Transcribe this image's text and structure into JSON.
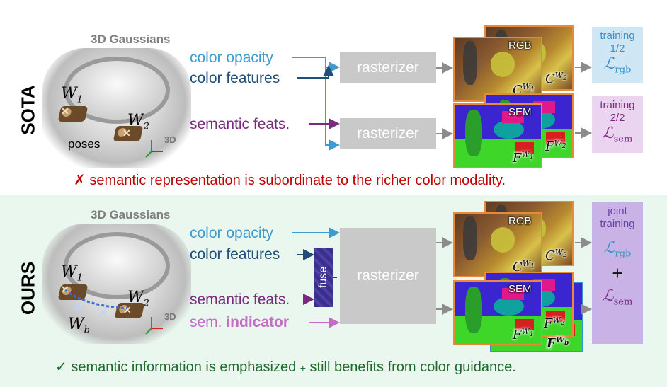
{
  "sota": {
    "side_label": "SOTA",
    "gaussians_title": "3D Gaussians",
    "attrs": {
      "opacity": "color opacity",
      "features": "color features",
      "semantic": "semantic feats."
    },
    "rasterizer_top": "rasterizer",
    "rasterizer_bottom": "rasterizer",
    "cams": {
      "w1": "W",
      "w1_sub": "1",
      "w2": "W",
      "w2_sub": "2",
      "poses": "poses",
      "axis": "3D"
    },
    "rgb_tag": "RGB",
    "sem_tag": "SEM",
    "rgb_math_front": "C",
    "rgb_math_front_sup": "W",
    "rgb_math_front_sub": "1",
    "rgb_math_back": "C",
    "rgb_math_back_sup": "W",
    "rgb_math_back_sub": "2",
    "sem_math_front": "F",
    "sem_math_front_sup": "W",
    "sem_math_front_sub": "1",
    "sem_math_back": "F",
    "sem_math_back_sup": "W",
    "sem_math_back_sub": "2",
    "loss_rgb_label": "training",
    "loss_rgb_step": "1/2",
    "loss_rgb": "ℒ",
    "loss_rgb_sub": "rgb",
    "loss_sem_label": "training",
    "loss_sem_step": "2/2",
    "loss_sem": "ℒ",
    "loss_sem_sub": "sem",
    "caption": "✗ semantic representation is subordinate to the richer color modality."
  },
  "ours": {
    "side_label": "OURS",
    "gaussians_title": "3D Gaussians",
    "attrs": {
      "opacity": "color opacity",
      "features": "color features",
      "semantic": "semantic feats.",
      "indicator_prefix": "sem. ",
      "indicator_bold": "indicator"
    },
    "fuse": "fuse",
    "rasterizer": "rasterizer",
    "cams": {
      "w1": "W",
      "w1_sub": "1",
      "w2": "W",
      "w2_sub": "2",
      "wb": "W",
      "wb_sub": "b",
      "axis": "3D"
    },
    "rgb_tag": "RGB",
    "sem_tag": "SEM",
    "rgb_math_front": "C",
    "rgb_math_front_sup": "W",
    "rgb_math_front_sub": "1",
    "rgb_math_back": "C",
    "rgb_math_back_sup": "W",
    "rgb_math_back_sub": "2",
    "sem_math_front": "F",
    "sem_math_front_sup": "W",
    "sem_math_front_sub": "1",
    "sem_math_back": "F",
    "sem_math_back_sup": "W",
    "sem_math_back_sub": "2",
    "sem_math_b": "F",
    "sem_math_b_sup": "W",
    "sem_math_b_sub": "b",
    "joint_label_1": "joint",
    "joint_label_2": "training",
    "loss_rgb": "ℒ",
    "loss_rgb_sub": "rgb",
    "plus": "+",
    "loss_sem": "ℒ",
    "loss_sem_sub": "sem",
    "caption_main": "✓ semantic information is emphasized ",
    "caption_plus": "+",
    "caption_tail": " still benefits from color guidance."
  },
  "colors": {
    "opacity": "#3d9bcf",
    "features": "#1f4e79",
    "semantic": "#7a2a7f",
    "indicator": "#c56cc4",
    "arrow_gray": "#8c8c8c",
    "fuse": "#3b2f8e",
    "sota_caption": "#c00000",
    "ours_caption": "#1f6a2a"
  }
}
